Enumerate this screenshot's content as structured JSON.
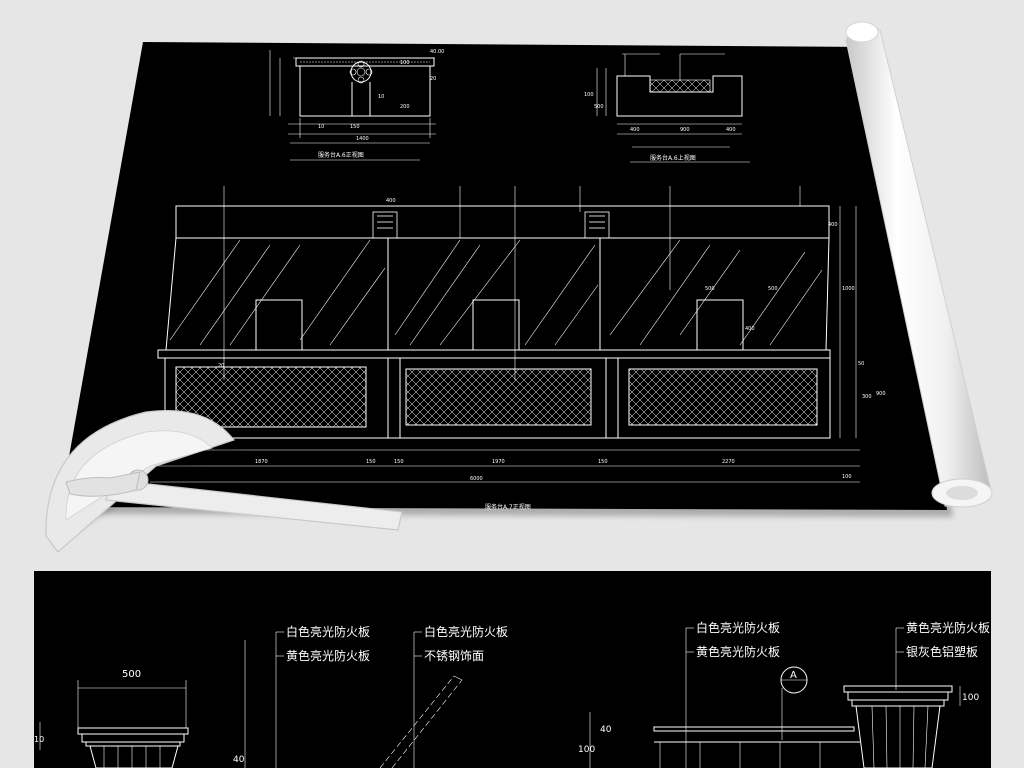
{
  "top_sheet": {
    "detail_left": {
      "title": "服务台A.6正视图",
      "dims": [
        "40.00",
        "100",
        "20",
        "10",
        "150",
        "200",
        "10",
        "1400"
      ]
    },
    "detail_right": {
      "title": "服务台A.6上视图",
      "dims": [
        "400",
        "900",
        "400",
        "100",
        "500"
      ]
    },
    "elevation": {
      "title": "服务台A.7正视图",
      "bottom_dims": [
        "1870",
        "150",
        "150",
        "1970",
        "150",
        "2270"
      ],
      "total": "6000",
      "right_dims": [
        "400",
        "1000",
        "300",
        "900",
        "100"
      ],
      "window_dims": [
        "500",
        "500",
        "400"
      ],
      "edge_dims": [
        "50",
        "20",
        "20",
        "100",
        "400"
      ]
    }
  },
  "bottom_sheet": {
    "dim_500": "500",
    "dim_40": "40",
    "dim_100": "100",
    "dim_40b": "40",
    "dim_100b": "100",
    "dim_10": "10",
    "section_marker": "A",
    "notes": [
      [
        "白色亮光防火板",
        "黄色亮光防火板"
      ],
      [
        "白色亮光防火板",
        "不锈钢饰面"
      ],
      [
        "白色亮光防火板",
        "黄色亮光防火板"
      ],
      [
        "黄色亮光防火板",
        "银灰色铝塑板"
      ]
    ]
  }
}
